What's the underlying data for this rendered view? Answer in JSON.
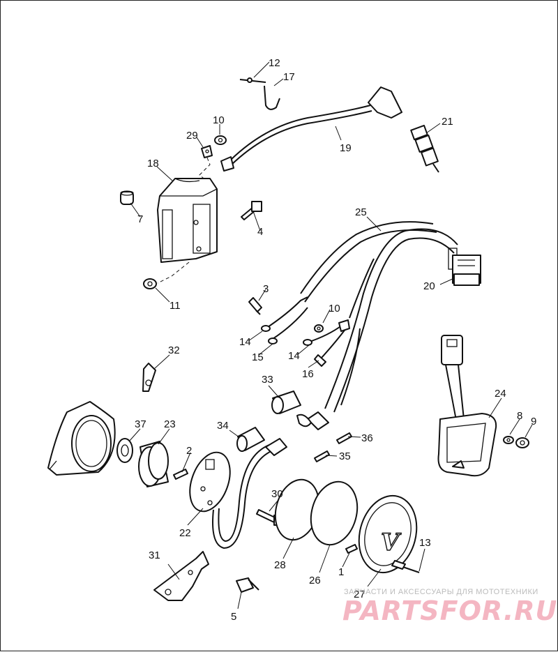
{
  "callouts": [
    "1",
    "2",
    "3",
    "4",
    "5",
    "7",
    "8",
    "9",
    "10",
    "10",
    "11",
    "12",
    "13",
    "14",
    "14",
    "15",
    "16",
    "17",
    "18",
    "19",
    "20",
    "21",
    "22",
    "23",
    "24",
    "25",
    "26",
    "27",
    "28",
    "29",
    "30",
    "31",
    "32",
    "33",
    "34",
    "35",
    "36",
    "37"
  ],
  "watermark": {
    "tagline": "ЗАПЧАСТИ И АКСЕССУАРЫ ДЛЯ МОТОТЕХНИКИ",
    "brand": "PARTSFOR.RU"
  },
  "emblem_letter": "V"
}
